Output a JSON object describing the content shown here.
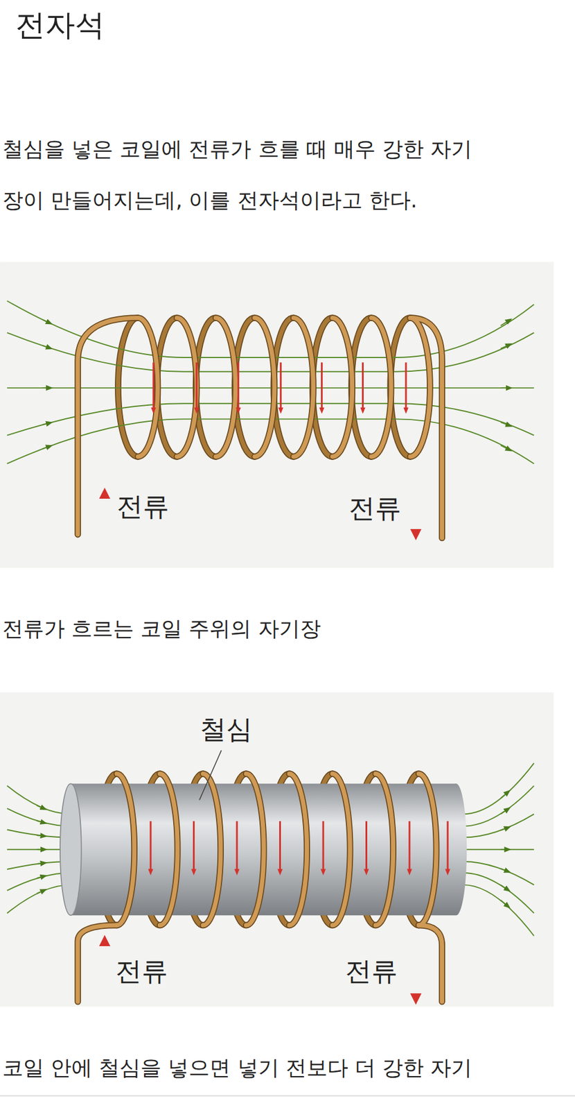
{
  "diagram": {
    "title": "전자석",
    "labels": [
      "철심을 넣은 코일에 전류가 흐를 때 매우 강한 자기",
      "장이 만들어지는데, 이를 전자석이라고 한다.",
      "전류",
      "전류",
      "전류가 흐르는 코일 주위의 자기장",
      "철심",
      "전류",
      "전류",
      "코일 안에 철심을 넣으면 넣기 전보다 더 강한 자기"
    ]
  }
}
